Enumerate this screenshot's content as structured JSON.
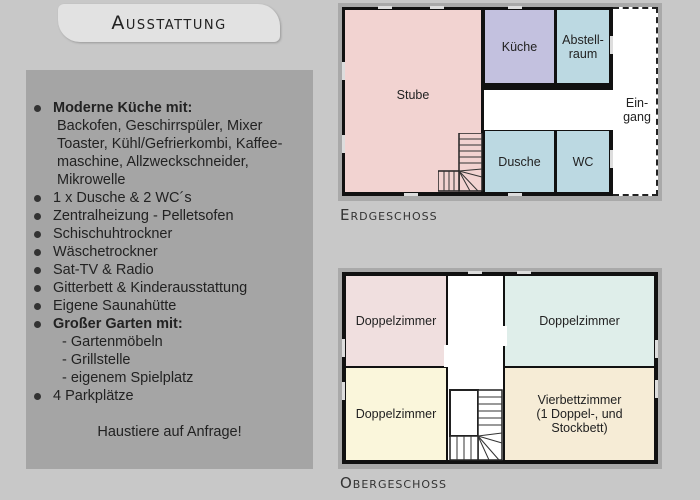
{
  "header": {
    "title": "Ausstattung"
  },
  "features": {
    "kitchen_title": "Moderne Küche mit:",
    "kitchen_lines": [
      "Backofen, Geschirrspüler, Mixer",
      "Toaster, Kühl/Gefrierkombi, Kaffee-",
      "maschine, Allzweckschneider,",
      "Mikrowelle"
    ],
    "items": [
      "1 x Dusche & 2 WC´s",
      "Zentralheizung - Pelletsofen",
      "Schischuhtrockner",
      "Wäschetrockner",
      "Sat-TV & Radio",
      "Gitterbett & Kinderausstattung",
      "Eigene Saunahütte"
    ],
    "garden_title": "Großer Garten mit:",
    "garden_lines": [
      "- Gartenmöbeln",
      "- Grillstelle",
      "- eigenem Spielplatz"
    ],
    "parking": "4 Parkplätze",
    "note": "Haustiere auf Anfrage!"
  },
  "ground_floor": {
    "caption": "Erdgeschoss",
    "rooms": {
      "stube": "Stube",
      "kueche": "Küche",
      "abstell_1": "Abstell-",
      "abstell_2": "raum",
      "dusche": "Dusche",
      "wc": "WC",
      "eingang_1": "Ein-",
      "eingang_2": "gang"
    },
    "colors": {
      "stube": "#f2d3d1",
      "kueche": "#c3c1df",
      "blue": "#bcd9e2",
      "hall": "#ffffff"
    }
  },
  "upper_floor": {
    "caption": "Obergeschoss",
    "rooms": {
      "dz_top_left": "Doppelzimmer",
      "dz_top_right": "Doppelzimmer",
      "dz_bottom_left": "Doppelzimmer",
      "vier_1": "Vierbettzimmer",
      "vier_2": "(1 Doppel-, und",
      "vier_3": "Stockbett)"
    },
    "colors": {
      "top_left": "#f0dfdf",
      "top_right": "#dfeeea",
      "bottom_left": "#faf6db",
      "bottom_right": "#f6ecd6"
    }
  }
}
